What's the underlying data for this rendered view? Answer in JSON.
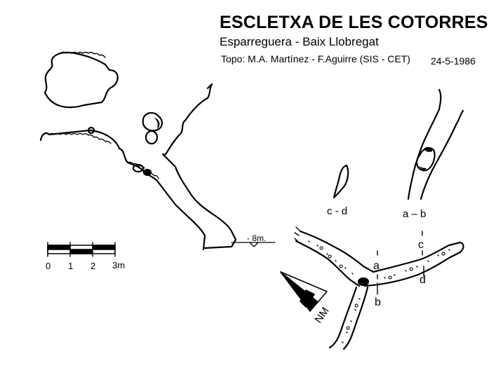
{
  "header": {
    "title": "ESCLETXA DE LES COTORRES",
    "location": "Esparreguera - Baix Llobregat",
    "credits": "Topo: M.A. Martínez - F.Aguirre  (SIS - CET)",
    "date": "24-5-1986"
  },
  "profile": {
    "depth_label": "- 8m."
  },
  "sections": {
    "cd_label": "c - d",
    "ab_label": "a – b"
  },
  "plan": {
    "markers": [
      "a",
      "b",
      "c",
      "d"
    ]
  },
  "scale": {
    "ticks": [
      "0",
      "1",
      "2",
      "3m"
    ]
  },
  "north": {
    "label": "NM"
  },
  "colors": {
    "ink": "#000000",
    "paper": "#ffffff"
  }
}
